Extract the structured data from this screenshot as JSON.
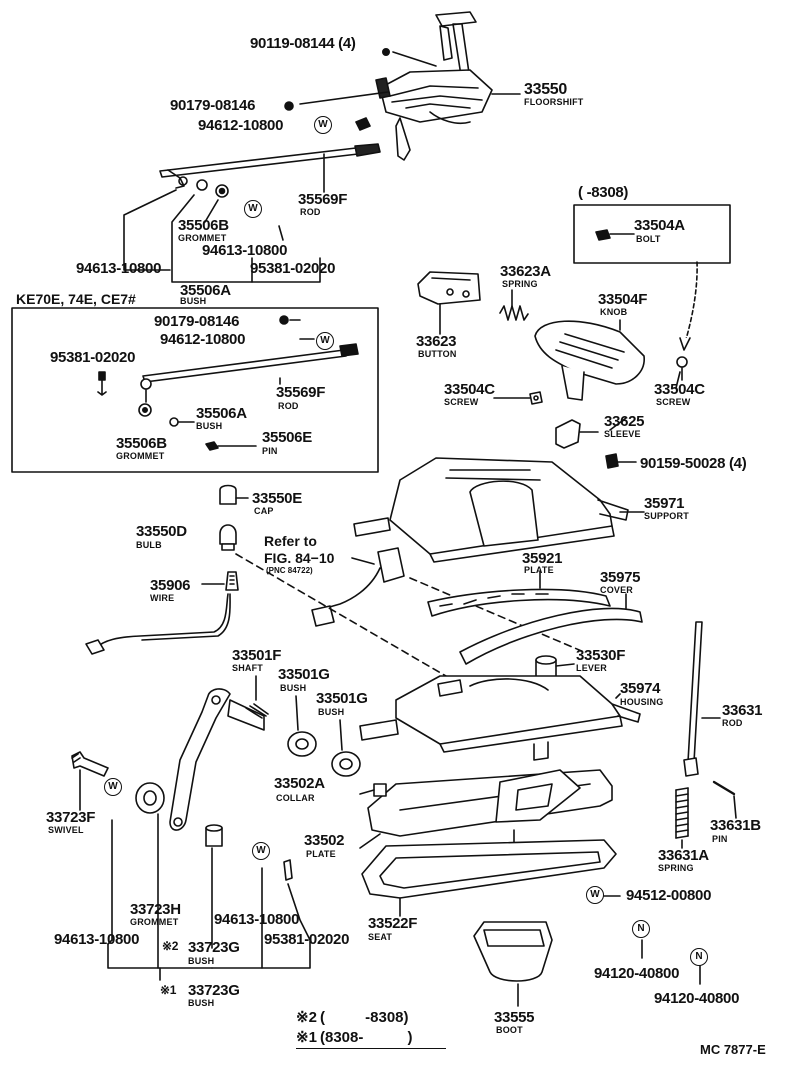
{
  "variant_box": {
    "title": "KE70E, 74E, CE7#",
    "parts": [
      {
        "pn": "90179-08146",
        "name": ""
      },
      {
        "pn": "94612-10800",
        "name": ""
      },
      {
        "pn": "95381-02020",
        "name": ""
      },
      {
        "pn": "35569F",
        "name": "ROD"
      },
      {
        "pn": "35506A",
        "name": "BUSH"
      },
      {
        "pn": "35506B",
        "name": "GROMMET"
      },
      {
        "pn": "35506E",
        "name": "PIN"
      }
    ]
  },
  "bolt_box": {
    "range": "( -8308)",
    "pn": "33504A",
    "name": "BOLT"
  },
  "parts": [
    {
      "pn": "90119-08144 (4)",
      "name": ""
    },
    {
      "pn": "33550",
      "name": "FLOORSHIFT"
    },
    {
      "pn": "90179-08146",
      "name": ""
    },
    {
      "pn": "94612-10800",
      "name": ""
    },
    {
      "pn": "35569F",
      "name": "ROD"
    },
    {
      "pn": "35506B",
      "name": "GROMMET"
    },
    {
      "pn": "94613-10800",
      "name": ""
    },
    {
      "pn": "95381-02020",
      "name": ""
    },
    {
      "pn": "94613-10800",
      "name": ""
    },
    {
      "pn": "35506A",
      "name": "BUSH"
    },
    {
      "pn": "33623A",
      "name": "SPRING"
    },
    {
      "pn": "33623",
      "name": "BUTTON"
    },
    {
      "pn": "33504F",
      "name": "KNOB"
    },
    {
      "pn": "33504C",
      "name": "SCREW"
    },
    {
      "pn": "33504C",
      "name": "SCREW"
    },
    {
      "pn": "33625",
      "name": "SLEEVE"
    },
    {
      "pn": "90159-50028 (4)",
      "name": ""
    },
    {
      "pn": "33550E",
      "name": "CAP"
    },
    {
      "pn": "35971",
      "name": "SUPPORT"
    },
    {
      "pn": "33550D",
      "name": "BULB"
    },
    {
      "pn": "35921",
      "name": "PLATE"
    },
    {
      "pn": "35975",
      "name": "COVER"
    },
    {
      "pn": "35906",
      "name": "WIRE"
    },
    {
      "pn": "33501F",
      "name": "SHAFT"
    },
    {
      "pn": "33501G",
      "name": "BUSH"
    },
    {
      "pn": "33501G",
      "name": "BUSH"
    },
    {
      "pn": "33530F",
      "name": "LEVER"
    },
    {
      "pn": "35974",
      "name": "HOUSING"
    },
    {
      "pn": "33631",
      "name": "ROD"
    },
    {
      "pn": "33502A",
      "name": "COLLAR"
    },
    {
      "pn": "33502",
      "name": "PLATE"
    },
    {
      "pn": "33723F",
      "name": "SWIVEL"
    },
    {
      "pn": "33631B",
      "name": "PIN"
    },
    {
      "pn": "33631A",
      "name": "SPRING"
    },
    {
      "pn": "94512-00800",
      "name": ""
    },
    {
      "pn": "33723H",
      "name": "GROMMET"
    },
    {
      "pn": "33522F",
      "name": "SEAT"
    },
    {
      "pn": "94613-10800",
      "name": ""
    },
    {
      "pn": "94613-10800",
      "name": ""
    },
    {
      "pn": "95381-02020",
      "name": ""
    },
    {
      "pn": "33723G",
      "name": "BUSH"
    },
    {
      "pn": "94120-40800",
      "name": ""
    },
    {
      "pn": "94120-40800",
      "name": ""
    },
    {
      "pn": "33723G",
      "name": "BUSH"
    },
    {
      "pn": "33555",
      "name": "BOOT"
    }
  ],
  "cross_ref": {
    "line1": "Refer to",
    "line2": "FIG. 84−10",
    "line3": "(PNC 84722)"
  },
  "markers": {
    "note2": "※2",
    "note1": "※1"
  },
  "notes": {
    "n2_mark": "※2",
    "n2_text": "( -8308)",
    "n1_mark": "※1",
    "n1_text": "(8308- )"
  },
  "washer_symbols": {
    "w": "W",
    "n": "N"
  },
  "footer_code": "MC 7877-E"
}
